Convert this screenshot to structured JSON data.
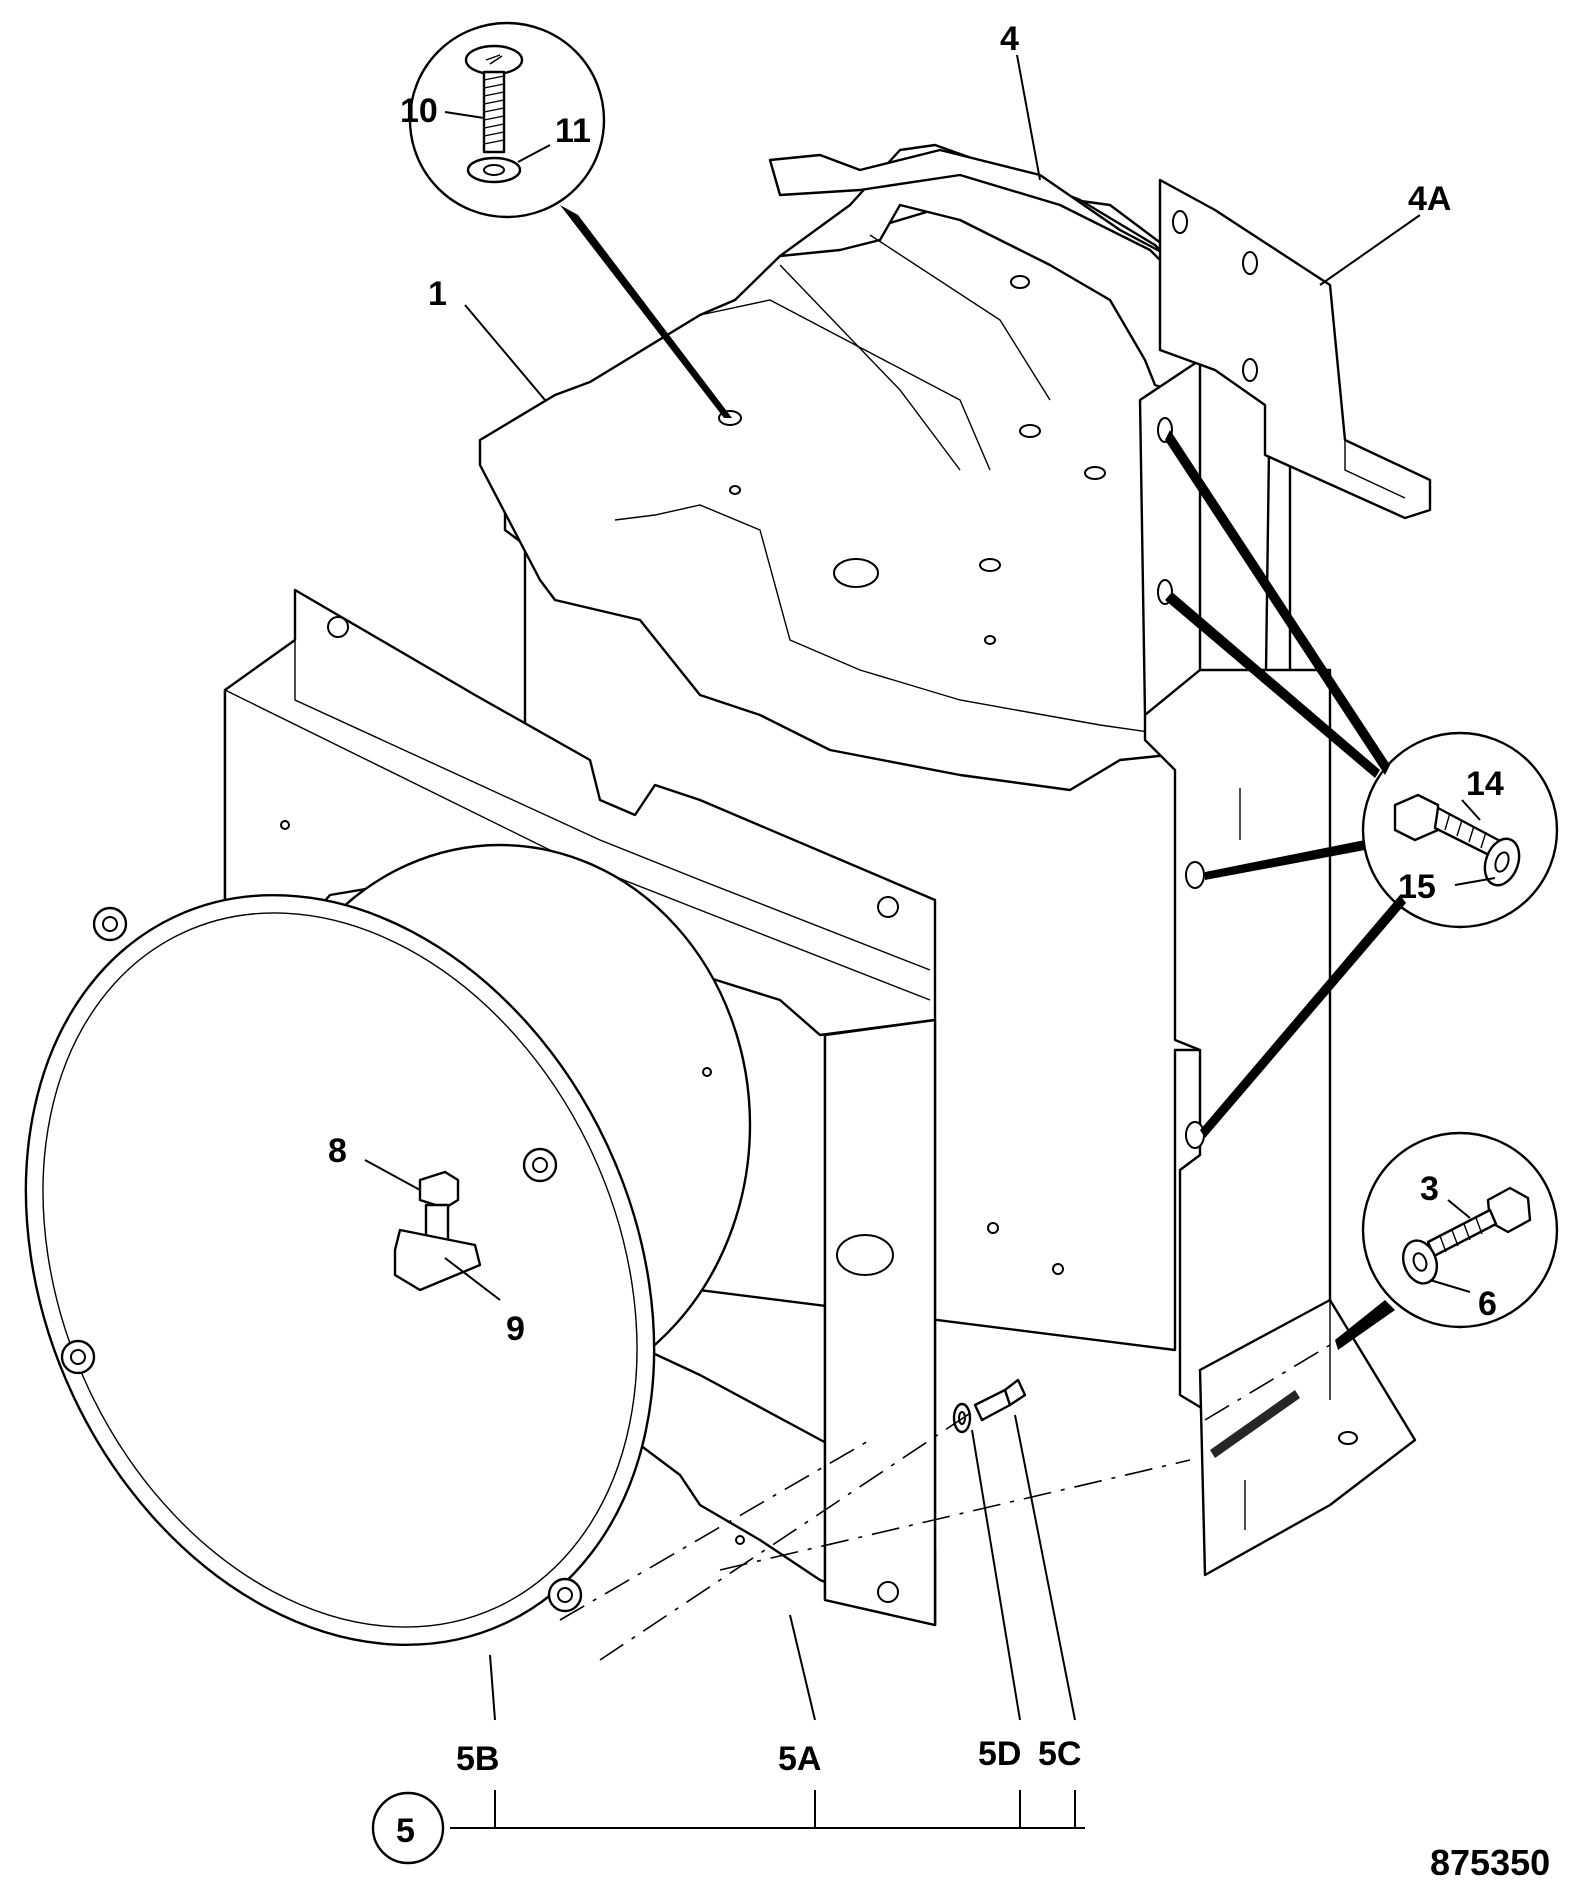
{
  "diagram": {
    "reference_number": "875350",
    "assembly_callout": "5",
    "callouts": {
      "c1": "1",
      "c3": "3",
      "c4": "4",
      "c4a": "4A",
      "c5a": "5A",
      "c5b": "5B",
      "c5c": "5C",
      "c5d": "5D",
      "c6": "6",
      "c8": "8",
      "c9": "9",
      "c10": "10",
      "c11": "11",
      "c14": "14",
      "c15": "15"
    }
  }
}
